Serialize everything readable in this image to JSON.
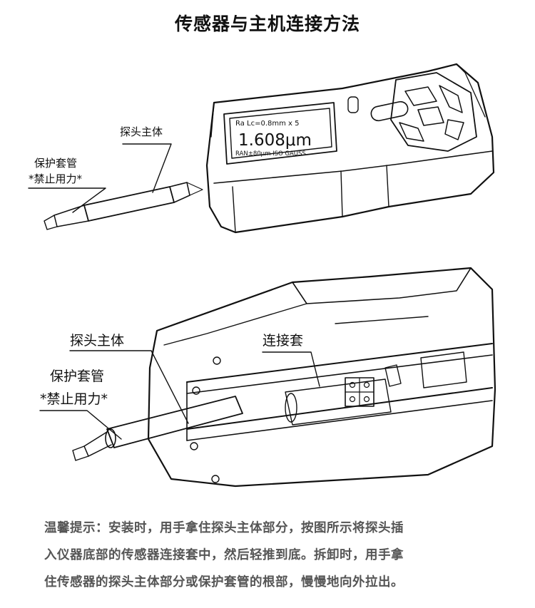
{
  "title": "传感器与主机连接方法",
  "figure_top": {
    "labels": {
      "probe_body": "探头主体",
      "sleeve": "保护套管",
      "no_force": "*禁止用力*"
    },
    "screen": {
      "top_line": "Ra Lc=0.8mm x 5",
      "reading": "1.608μm",
      "bottom_line": "RAN±80μm  ISO  GAUSS"
    }
  },
  "figure_bottom": {
    "labels": {
      "probe_body": "探头主体",
      "sleeve": "保护套管",
      "no_force": "*禁止用力*",
      "connector": "连接套"
    }
  },
  "tip": {
    "line1": "温馨提示：安装时，用手拿住探头主体部分，按图所示将探头插",
    "line2": "入仪器底部的传感器连接套中，然后轻推到底。拆卸时，用手拿",
    "line3": "住传感器的探头主体部分或保护套管的根部，慢慢地向外拉出。"
  },
  "colors": {
    "line": "#111111",
    "tip_text": "#555555"
  }
}
